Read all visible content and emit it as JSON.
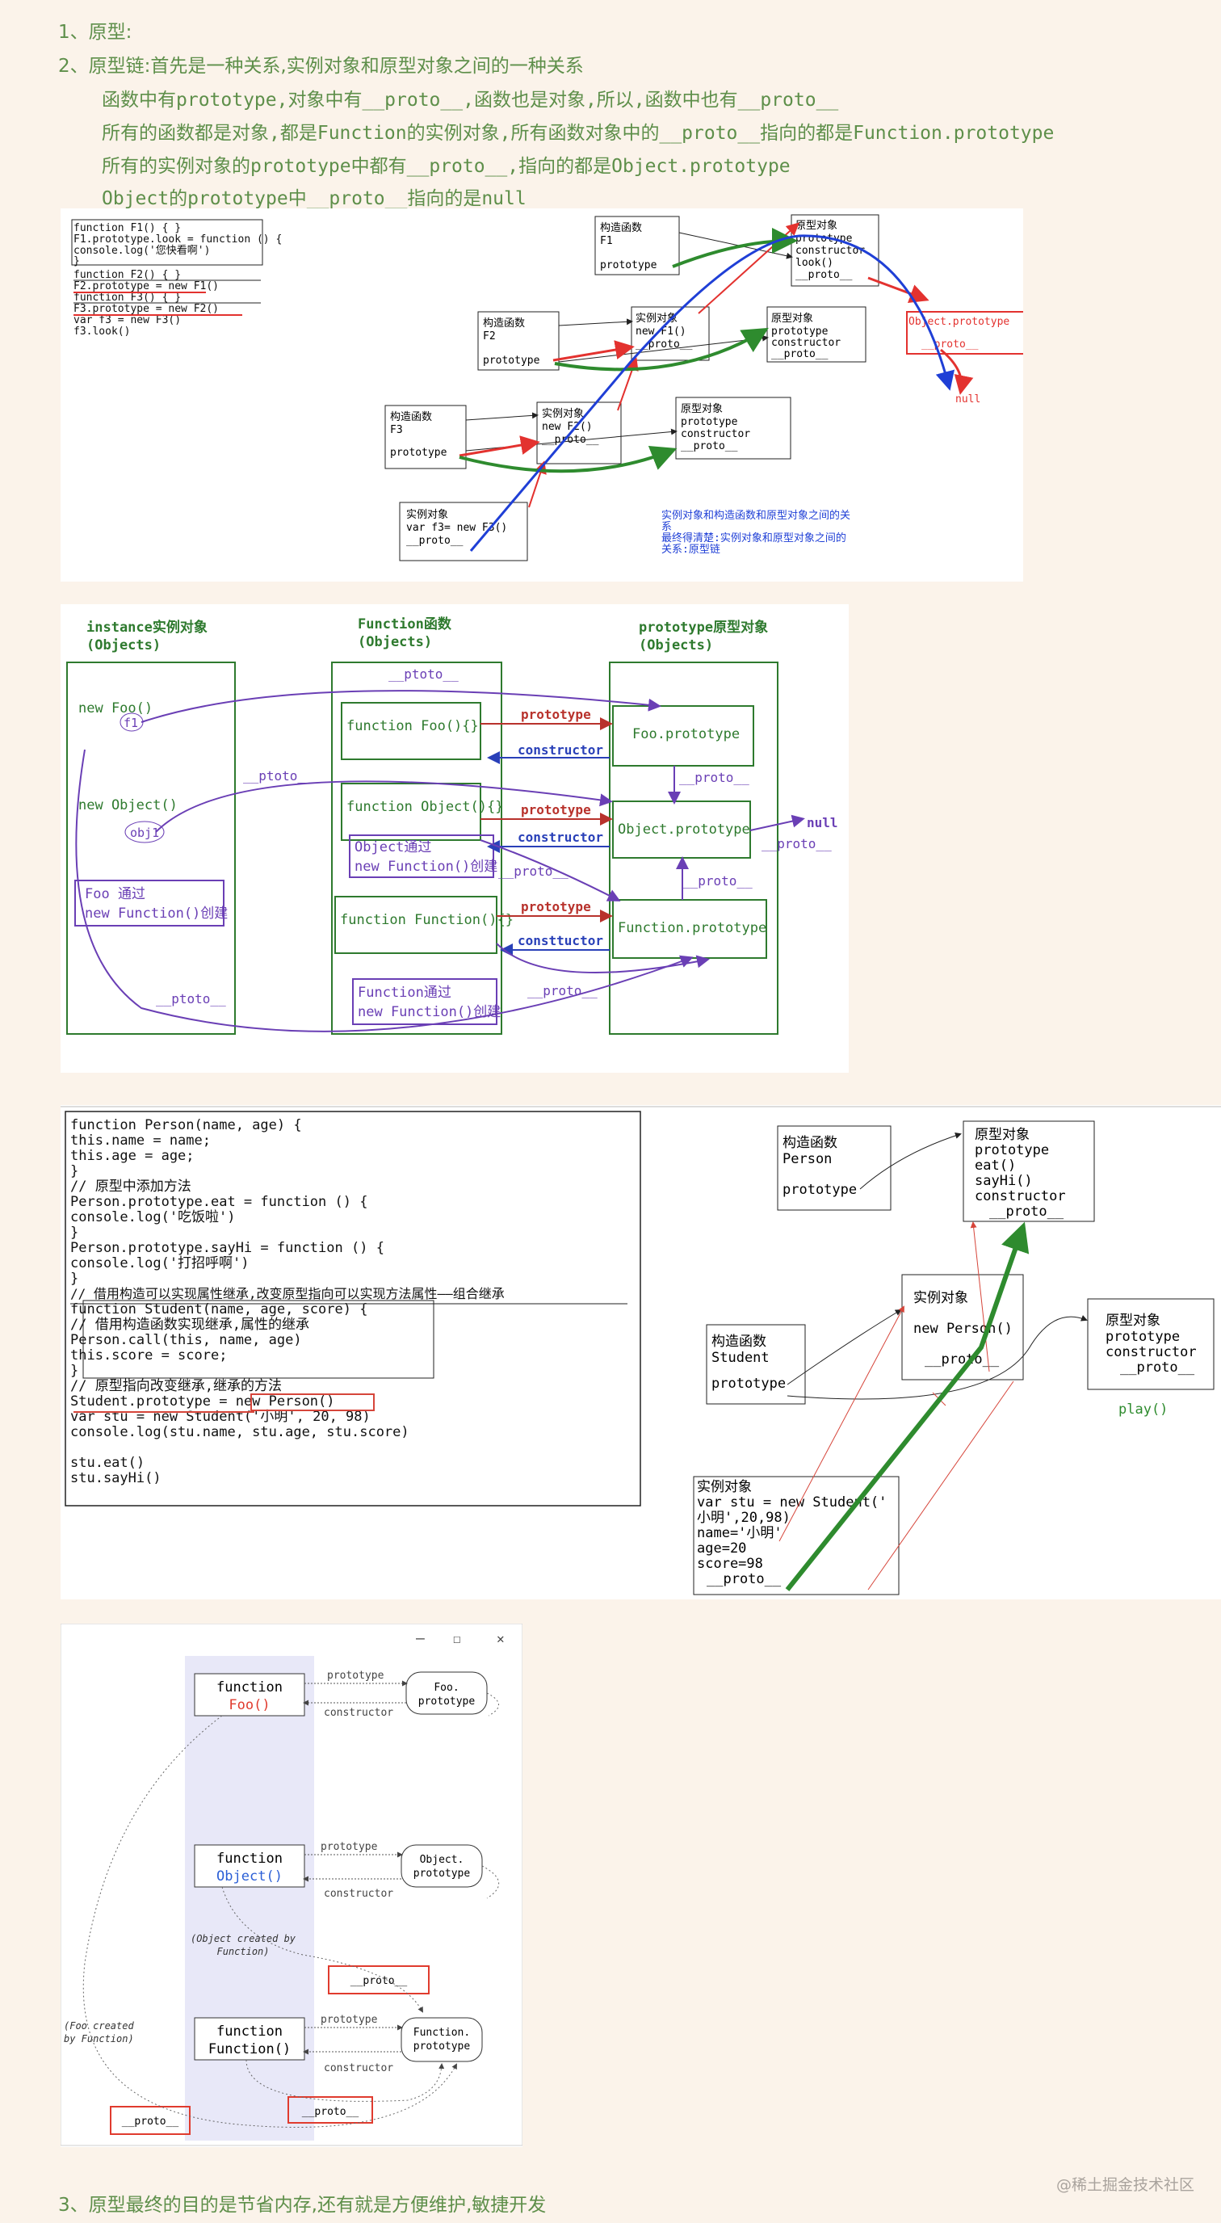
{
  "heading": {
    "item1": "1、原型:",
    "item2": "2、原型链:首先是一种关系,实例对象和原型对象之间的一种关系",
    "sub1": "函数中有prototype,对象中有__proto__,函数也是对象,所以,函数中也有__proto__",
    "sub2": "所有的函数都是对象,都是Function的实例对象,所有函数对象中的__proto__指向的都是Function.prototype",
    "sub3": "所有的实例对象的prototype中都有__proto__,指向的都是Object.prototype",
    "sub4": "Object的prototype中__proto__指向的是null",
    "item3": "3、原型最终的目的是节省内存,还有就是方便维护,敏捷开发"
  },
  "fig1": {
    "code": [
      "function F1() { }",
      "F1.prototype.look = function () {",
      "  console.log('您快看啊')",
      "}",
      "function F2() { }",
      "F2.prototype = new F1()",
      "function F3() { }",
      "F3.prototype = new F2()",
      "var f3 = new F3()",
      "f3.look()"
    ],
    "ctor": "构造函数",
    "f1": "F1",
    "f2": "F2",
    "f3": "F3",
    "prototype": "prototype",
    "proto_obj": "原型对象",
    "inst": "实例对象",
    "proto_field": "__proto__",
    "constructor": "constructor",
    "look": "look()",
    "new_f1": "new F1()",
    "new_f2": "new F2()",
    "var_f3": "var f3= new F3()",
    "object_prototype": "Object.prototype",
    "null": "null",
    "note1": "实例对象和构造函数和原型对象之间的关",
    "note2": "系",
    "note3": "最终得清楚:实例对象和原型对象之间的",
    "note4": "关系:原型链"
  },
  "fig2": {
    "col1": [
      "instance实例对象",
      "(Objects)"
    ],
    "col2": [
      "Function函数",
      "(Objects)"
    ],
    "col3": [
      "prototype原型对象",
      "(Objects)"
    ],
    "new_foo": "new Foo()",
    "f1": "f1",
    "new_object": "new Object()",
    "obj1": "obj1",
    "foo_by": [
      "Foo 通过",
      "new Function()创建"
    ],
    "fn_foo": "function Foo(){}",
    "fn_object": "function Object(){}",
    "fn_function": "function Function(){}",
    "object_by": [
      "Object通过",
      "new Function()创建"
    ],
    "function_by": [
      "Function通过",
      "new Function()创建"
    ],
    "foo_proto": "Foo.prototype",
    "object_proto": "Object.prototype",
    "function_proto": "Function.prototype",
    "prototype": "prototype",
    "constructor": "constructor",
    "consttuctor": "consttuctor",
    "ptoto": "__ptoto__",
    "proto": "__proto__",
    "null": "null"
  },
  "fig3": {
    "code": [
      "function Person(name, age) {",
      "    this.name = name;",
      "    this.age = age;",
      "  }",
      "  // 原型中添加方法",
      "  Person.prototype.eat = function () {",
      "    console.log('吃饭啦')",
      "  }",
      "  Person.prototype.sayHi = function () {",
      "    console.log('打招呼啊')",
      "  }",
      "  // 借用构造可以实现属性继承,改变原型指向可以实现方法属性——组合继承",
      "  function Student(name, age, score) {",
      "    // 借用构造函数实现继承,属性的继承",
      "    Person.call(this, name, age)",
      "    this.score = score;",
      "  }",
      "  // 原型指向改变继承,继承的方法",
      "  Student.prototype = new Person()",
      "  var stu = new Student('小明', 20, 98)",
      "  console.log(stu.name, stu.age, stu.score)",
      "",
      "  stu.eat()",
      "  stu.sayHi()"
    ],
    "ctor": "构造函数",
    "person": "Person",
    "student": "Student",
    "prototype": "prototype",
    "proto_obj": "原型对象",
    "eat": "eat()",
    "sayhi": "sayHi()",
    "constructor": "constructor",
    "proto": "__proto__",
    "inst": "实例对象",
    "new_person": "new Person()",
    "inst_lines": [
      "var stu = new Student('",
      "小明',20,98)",
      "name='小明'",
      "age=20",
      "score=98",
      "__proto__"
    ],
    "play": "play()"
  },
  "fig4": {
    "minimize": "–",
    "maximize": "☐",
    "close": "✕",
    "function": "function",
    "foo": "Foo()",
    "object": "Object()",
    "function_fn": "Function()",
    "foo_proto": [
      "Foo.",
      "prototype"
    ],
    "object_proto": [
      "Object.",
      "prototype"
    ],
    "function_proto": [
      "Function.",
      "prototype"
    ],
    "prototype": "prototype",
    "constructor": "constructor",
    "object_created": [
      "(Object created by",
      "Function)"
    ],
    "foo_created": [
      "(Foo created",
      "by Function)"
    ],
    "proto": "__proto__"
  },
  "watermark": "@稀土掘金技术社区"
}
